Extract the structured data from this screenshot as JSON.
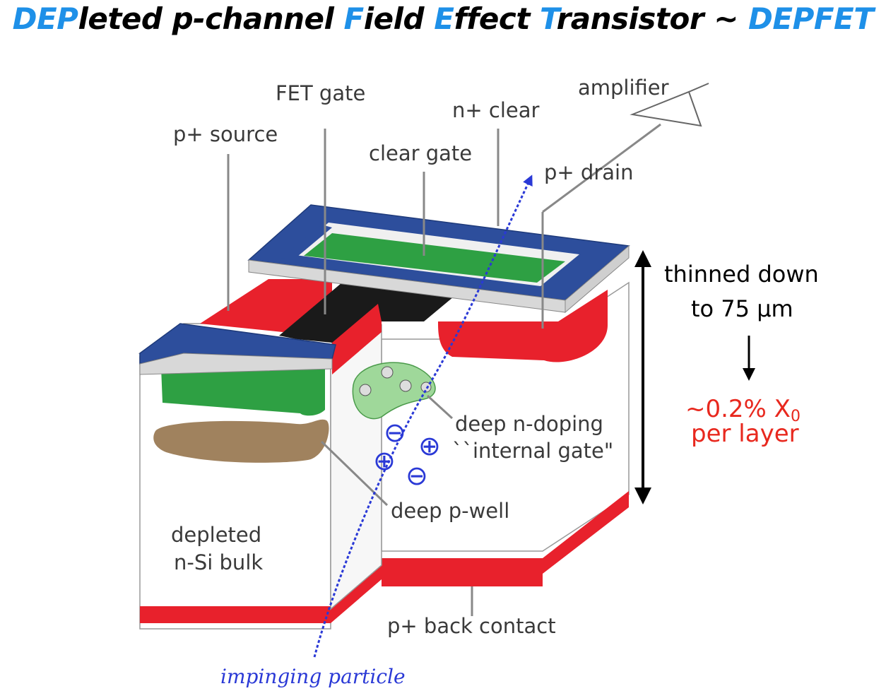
{
  "title": {
    "parts": [
      {
        "text": "DEP",
        "highlight": true
      },
      {
        "text": "leted p-channel ",
        "highlight": false
      },
      {
        "text": "F",
        "highlight": true
      },
      {
        "text": "ield ",
        "highlight": false
      },
      {
        "text": "E",
        "highlight": true
      },
      {
        "text": "ffect ",
        "highlight": false
      },
      {
        "text": "T",
        "highlight": true
      },
      {
        "text": "ransistor ~ ",
        "highlight": false
      },
      {
        "text": "DEPFET",
        "highlight": true
      }
    ]
  },
  "labels": {
    "fet_gate": "FET gate",
    "amplifier": "amplifier",
    "n_clear": "n+ clear",
    "p_source": "p+ source",
    "clear_gate": "clear gate",
    "p_drain": "p+ drain",
    "deep_n_doping": "deep n-doping",
    "internal_gate": "``internal gate\"",
    "deep_p_well": "deep p-well",
    "depleted": "depleted",
    "n_si_bulk": "n-Si bulk",
    "back_contact": "p+ back contact",
    "impinging_particle": "impinging particle"
  },
  "annotation": {
    "thinned_line1": "thinned down",
    "thinned_line2": "to 75 µm",
    "x0_prefix": "~0.2% X",
    "x0_sub": "0",
    "per_layer": "per layer"
  },
  "charges": {
    "minus": "⊖",
    "plus": "⊕"
  },
  "colors": {
    "title_highlight": "#1e90e8",
    "annotation_red": "#e8281e",
    "particle_blue": "#2a39d6",
    "layer_blue": "#2d4e9c",
    "layer_red": "#e8212c",
    "layer_green": "#2ea043",
    "gate_black": "#1a1a1a",
    "p_well_brown": "#a0825e"
  }
}
